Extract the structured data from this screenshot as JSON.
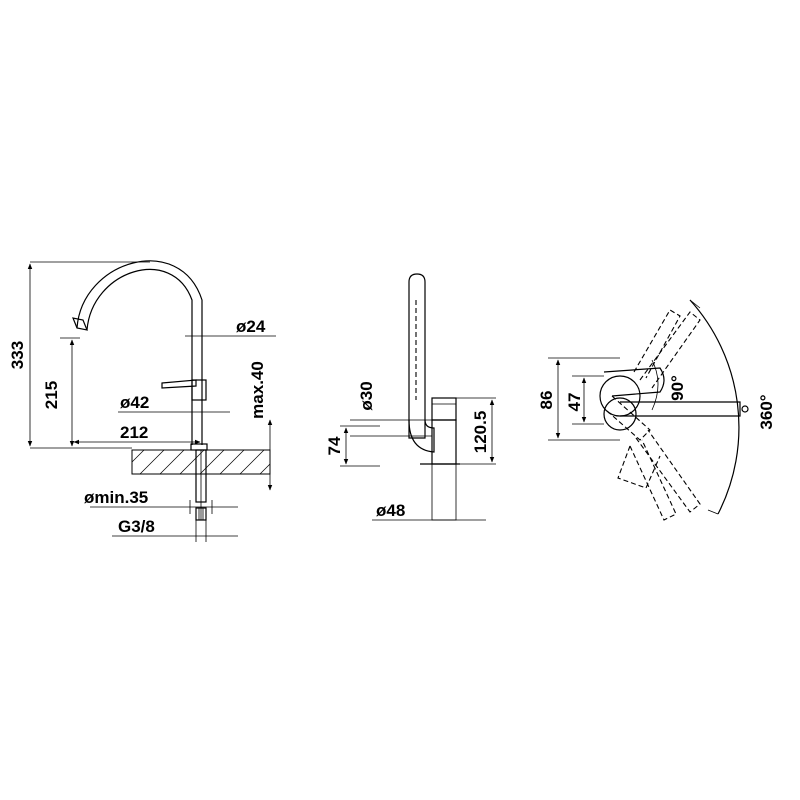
{
  "side_view": {
    "height_total": "333",
    "spout_height": "215",
    "spout_diameter": "ø24",
    "max_thickness": "max.40",
    "body_diameter": "ø42",
    "reach": "212",
    "hole_min": "ømin.35",
    "thread": "G3/8"
  },
  "front_view": {
    "lever_diameter": "ø30",
    "lever_height": "74",
    "body_height": "120.5",
    "base_diameter": "ø48"
  },
  "top_view": {
    "dim_86": "86",
    "dim_47": "47",
    "lever_angle": "90°",
    "spout_rotation": "360°"
  }
}
